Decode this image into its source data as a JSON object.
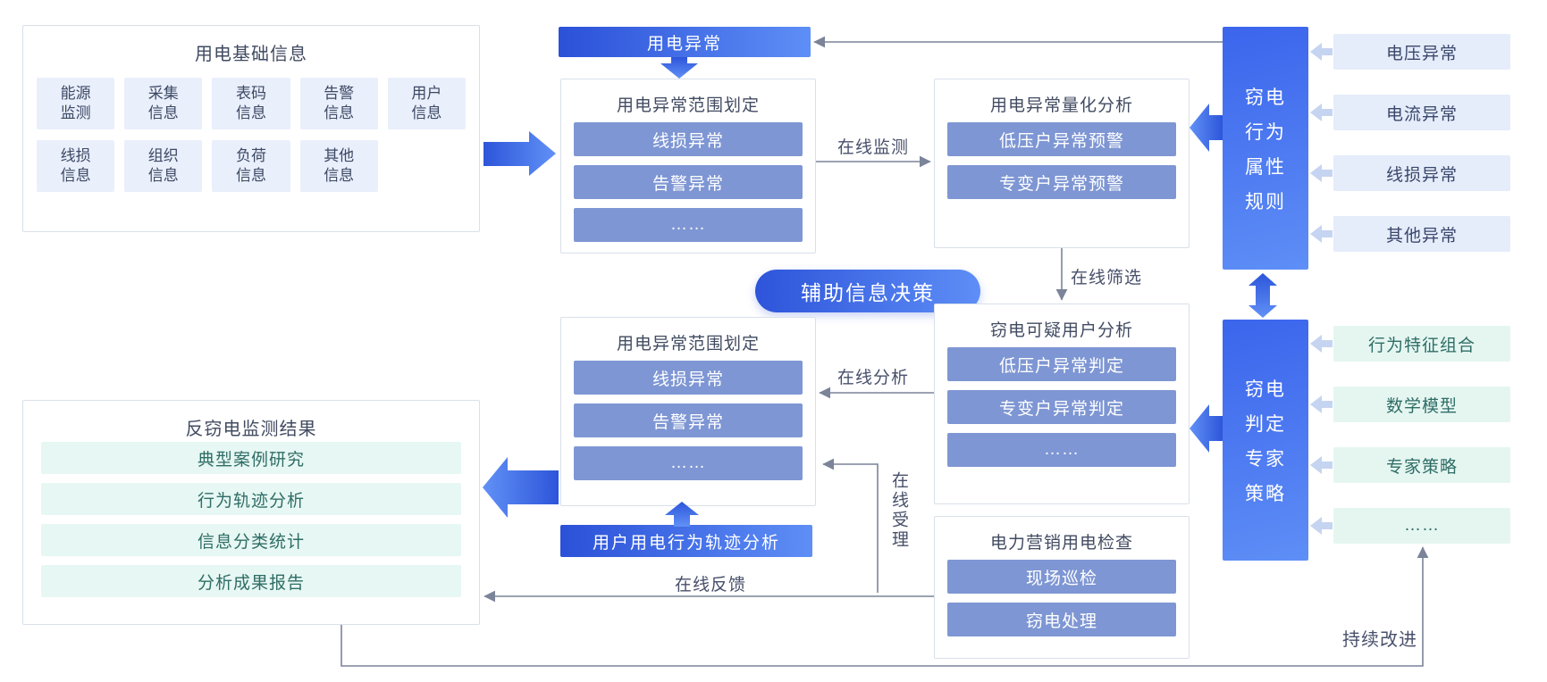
{
  "basic_info": {
    "title": "用电基础信息",
    "items": [
      "能源\n监测",
      "采集\n信息",
      "表码\n信息",
      "告警\n信息",
      "用户\n信息",
      "线损\n信息",
      "组织\n信息",
      "负荷\n信息",
      "其他\n信息"
    ]
  },
  "flow": {
    "abnormal_banner": "用电异常",
    "scope1": {
      "title": "用电异常范围划定",
      "bars": [
        "线损异常",
        "告警异常",
        "……"
      ]
    },
    "quant": {
      "title": "用电异常量化分析",
      "bars": [
        "低压户异常预警",
        "专变户异常预警"
      ]
    },
    "decision_pill": "辅助信息决策",
    "scope2": {
      "title": "用电异常范围划定",
      "bars": [
        "线损异常",
        "告警异常",
        "……"
      ]
    },
    "suspect": {
      "title": "窃电可疑用户分析",
      "bars": [
        "低压户异常判定",
        "专变户异常判定",
        "……"
      ]
    },
    "inspection": {
      "title": "电力营销用电检查",
      "bars": [
        "现场巡检",
        "窃电处理"
      ]
    },
    "results": {
      "title": "反窃电监测结果",
      "bars": [
        "典型案例研究",
        "行为轨迹分析",
        "信息分类统计",
        "分析成果报告"
      ]
    },
    "trace_banner": "用户用电行为轨迹分析"
  },
  "rules_column": {
    "label": "窃电行为属性规则",
    "lines": [
      "窃电",
      "行为",
      "属性",
      "规则"
    ]
  },
  "strategy_column": {
    "label": "窃电判定专家策略",
    "lines": [
      "窃电",
      "判定",
      "专家",
      "策略"
    ]
  },
  "rule_items": [
    "电压异常",
    "电流异常",
    "线损异常",
    "其他异常"
  ],
  "strategy_items": [
    "行为特征组合",
    "数学模型",
    "专家策略",
    "……"
  ],
  "edge_labels": {
    "monitor": "在线监测",
    "filter": "在线筛选",
    "analyze": "在线分析",
    "accept": "在线受理",
    "feedback": "在线反馈",
    "improve": "持续改进"
  },
  "colors": {
    "accent_blue_dark": "#2d55da",
    "accent_blue_light": "#6191f6",
    "bar_blue": "#7e96d3",
    "info_box_bg": "#e9effb",
    "side_blue_bg": "#e5ecfa",
    "mint_bg": "#e7f7f3",
    "mint_text": "#2f6d66",
    "connector_gray": "#7b8498"
  }
}
